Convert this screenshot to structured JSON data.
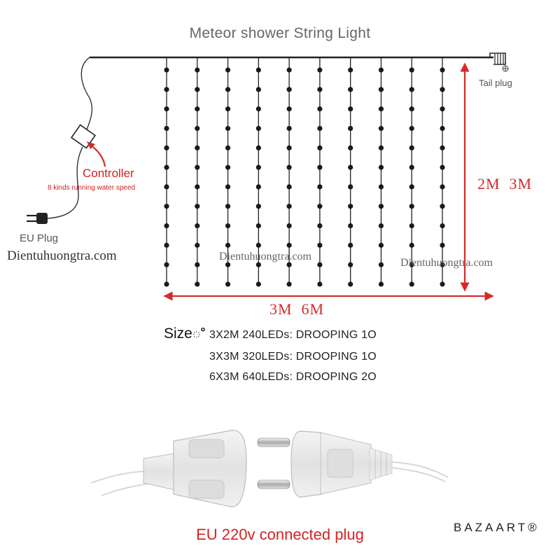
{
  "title": "Meteor shower String Light",
  "labels": {
    "tail_plug": "Tail plug",
    "controller": "Controller",
    "controller_desc": "8 kinds running water speed",
    "eu_plug": "EU Plug",
    "height_dim": "2M  3M",
    "width_dim": "3M  6M"
  },
  "watermarks": [
    "Dientuhuongtra.com",
    "Dientuhuongtra.com",
    "Dientuhuongtra.com"
  ],
  "specs": {
    "label": "Sizeೳ",
    "rows": [
      "3X2M 240LEDs: DROOPING 1O",
      "3X3M 320LEDs: DROOPING 1O",
      "6X3M 640LEDs: DROOPING 2O"
    ]
  },
  "plug_caption": "EU 220v connected plug",
  "brand": "BAZAART®",
  "colors": {
    "accent_red": "#d42a2a",
    "wire": "#222222",
    "plug_body": "#e9e9e9"
  },
  "light_strands": {
    "strand_count": 10,
    "leds_per_strand": 12
  }
}
